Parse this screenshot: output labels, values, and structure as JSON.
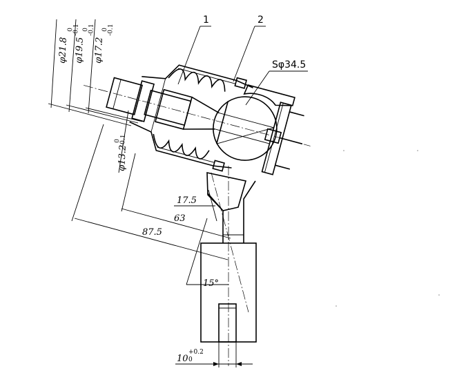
{
  "part_labels": [
    "1",
    "2"
  ],
  "sphere_label": "Sφ34.5",
  "diameters": [
    {
      "nominal": "φ21.8",
      "upper": "0",
      "lower": "-0.1"
    },
    {
      "nominal": "φ19.5",
      "upper": "0",
      "lower": "-0.1"
    },
    {
      "nominal": "φ17.2",
      "upper": "0",
      "lower": "-0.1"
    },
    {
      "nominal": "φ13.2",
      "upper": "0",
      "lower": "-0.1"
    }
  ],
  "lengths": [
    "17.5",
    "63",
    "87.5"
  ],
  "angle": "15°",
  "slot": {
    "nominal": "10",
    "upper": "+0.2",
    "lower": "0"
  }
}
